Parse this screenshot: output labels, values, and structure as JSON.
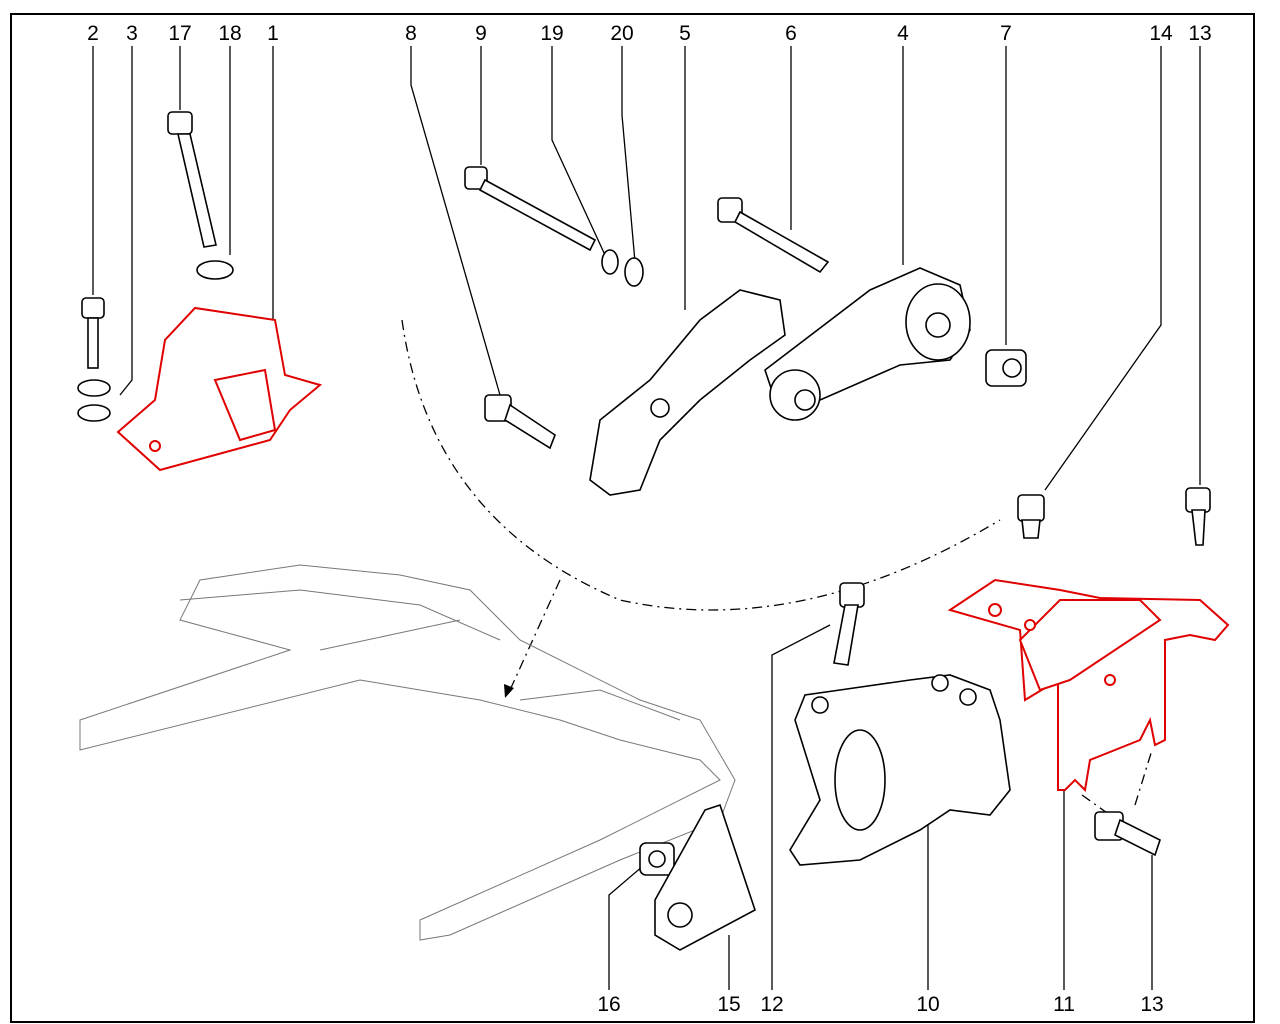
{
  "diagram": {
    "labels_top": [
      "2",
      "3",
      "17",
      "18",
      "1",
      "8",
      "9",
      "19",
      "20",
      "5",
      "6",
      "4",
      "7",
      "14",
      "13"
    ],
    "labels_bottom": [
      "16",
      "15",
      "12",
      "10",
      "11",
      "13"
    ],
    "colors": {
      "highlight": "#e00000",
      "line": "#000000"
    }
  }
}
